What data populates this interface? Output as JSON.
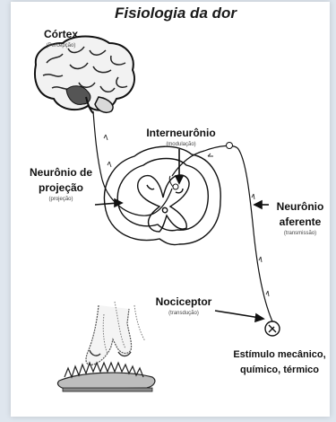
{
  "title": "Fisiologia da dor",
  "labels": {
    "cortex": {
      "name": "Córtex",
      "sub": "(Percepção)"
    },
    "projection": {
      "name": "Neurônio de projeção",
      "sub": "(projeção)"
    },
    "interneuron": {
      "name": "Interneurônio",
      "sub": "(modulação)"
    },
    "afferent": {
      "name": "Neurônio aferente",
      "sub": "(transmissão)"
    },
    "nociceptor": {
      "name": "Nociceptor",
      "sub": "(transdução)"
    },
    "stimulus": {
      "name": "Estímulo mecânico, químico, térmico"
    }
  },
  "colors": {
    "line": "#111111",
    "page": "#ffffff",
    "background": "#dfe6ee"
  },
  "icons": [
    "brain-icon",
    "spinal-cord-cross-section-icon",
    "foot-stepping-on-trap-icon",
    "arrow-icon"
  ]
}
